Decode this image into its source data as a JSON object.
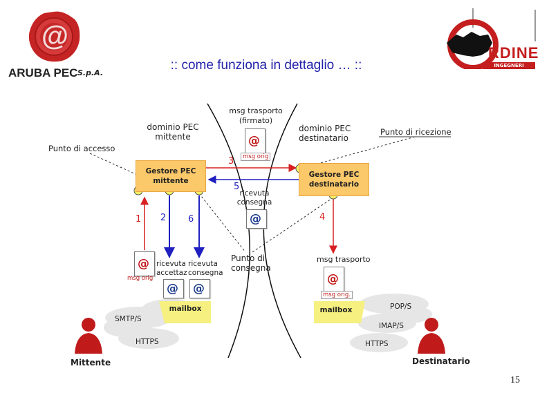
{
  "header": {
    "title": ":: come funziona in dettaglio … ::",
    "logo_left": {
      "name": "ARUBA PEC",
      "suffix": "S.p.A.",
      "seal_symbol": "@"
    },
    "logo_right": {
      "text": "RDINE",
      "subtext": "INGEGNERI AREZZO"
    }
  },
  "diagram": {
    "domain_sender": "dominio PEC\nmittente",
    "domain_receiver": "dominio PEC\ndestinatario",
    "access_point": "Punto di accesso",
    "reception_point": "Punto di ricezione",
    "delivery_point": "Punto di\nconsegna",
    "transport_top": "msg trasporto\n(firmato)",
    "transport_right": "msg trasporto",
    "gestore_sender": "Gestore PEC\nmittente",
    "gestore_receiver": "Gestore PEC\ndestinatario",
    "receipt_delivery_mid": "ricevuta\nconsegna",
    "receipt_accept": "ricevuta\naccettaz",
    "receipt_delivery_left": "ricevuta\nconsegna",
    "msg_orig": "msg orig",
    "msg_orig_right": "msg orig.",
    "mailbox": "mailbox",
    "steps": [
      "1",
      "2",
      "6",
      "3",
      "5",
      "4"
    ],
    "protocols_left": [
      "SMTP/S",
      "HTTPS"
    ],
    "protocols_right": [
      "POP/S",
      "IMAP/S",
      "HTTPS"
    ],
    "sender": "Mittente",
    "recipient": "Destinatario",
    "at_symbol": "@"
  },
  "colors": {
    "red": "#d82020",
    "blue": "#2020c0",
    "gestore": "#fbc86a",
    "mailbox": "#f5f080",
    "title": "#2222aa"
  },
  "page": {
    "number": "15"
  }
}
